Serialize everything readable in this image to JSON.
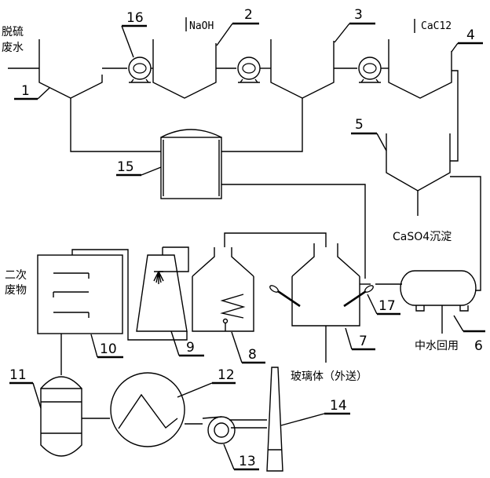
{
  "labels": {
    "desulf_water_l1": "脱硫",
    "desulf_water_l2": "废水",
    "naoh": "NaOH",
    "cacl2": "CaC12",
    "caso4": "CaSO4沉淀",
    "reclaimed_water": "中水回用",
    "glass": "玻璃体（外送）",
    "secondary_waste_l1": "二次",
    "secondary_waste_l2": "废物"
  },
  "numbers": {
    "n1": "1",
    "n2": "2",
    "n3": "3",
    "n4": "4",
    "n5": "5",
    "n6": "6",
    "n7": "7",
    "n8": "8",
    "n9": "9",
    "n10": "10",
    "n11": "11",
    "n12": "12",
    "n13": "13",
    "n14": "14",
    "n15": "15",
    "n16": "16",
    "n17": "17"
  }
}
